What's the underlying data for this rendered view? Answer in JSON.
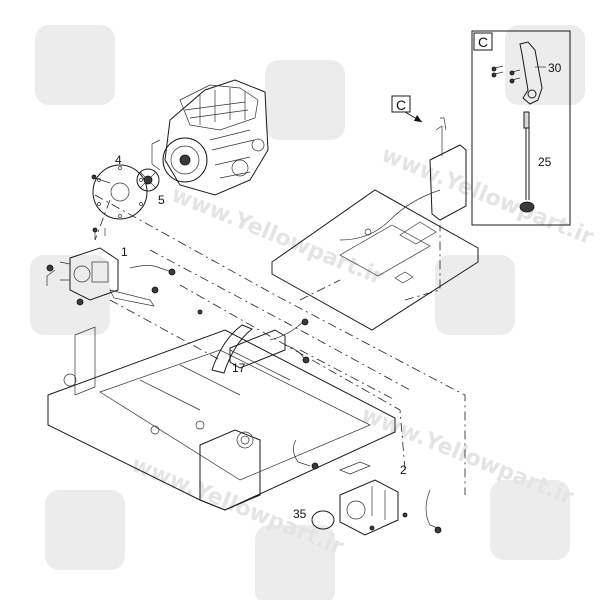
{
  "callouts": {
    "c1": "1",
    "c2": "2",
    "c4": "4",
    "c5": "5",
    "c17": "17",
    "c25": "25",
    "c30": "30",
    "c35": "35"
  },
  "view_refs": {
    "detail_letter": "C",
    "pointer_letter": "C"
  },
  "watermark": {
    "text": "www.Yellowpart.ir"
  },
  "colors": {
    "line": "#1a1a1a",
    "watermark": "#e4e4e4"
  }
}
